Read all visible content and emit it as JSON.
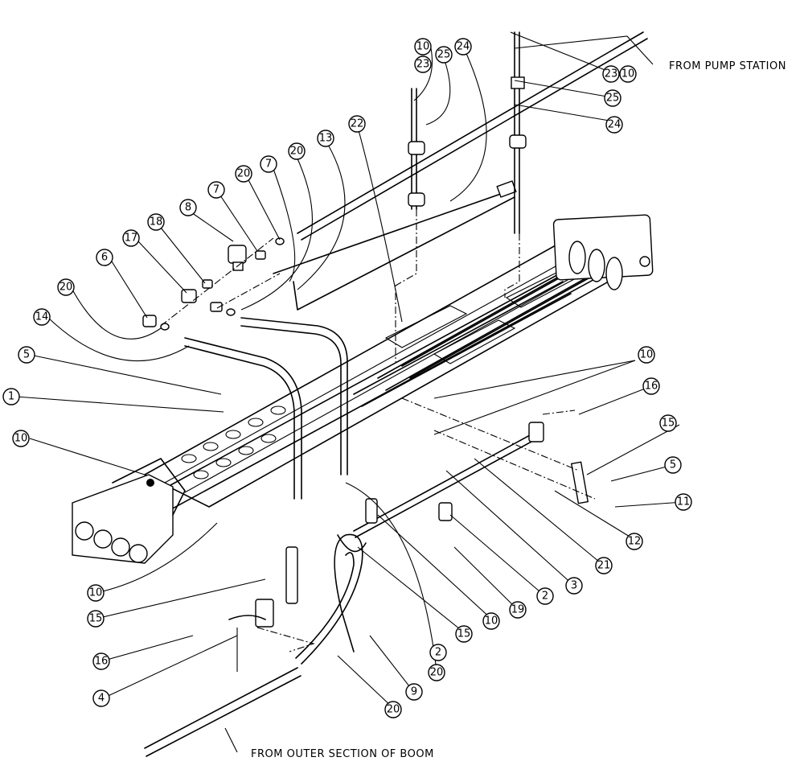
{
  "notes": {
    "pump_station": "FROM PUMP STATION",
    "outer_section": "FROM OUTER SECTION OF BOOM"
  },
  "callouts": [
    {
      "id": "c-10-a",
      "label": "10"
    },
    {
      "id": "c-23-a",
      "label": "23"
    },
    {
      "id": "c-25-a",
      "label": "25"
    },
    {
      "id": "c-24-a",
      "label": "24"
    },
    {
      "id": "c-23-b",
      "label": "23"
    },
    {
      "id": "c-10-b",
      "label": "10"
    },
    {
      "id": "c-25-b",
      "label": "25"
    },
    {
      "id": "c-24-b",
      "label": "24"
    },
    {
      "id": "c-22",
      "label": "22"
    },
    {
      "id": "c-13",
      "label": "13"
    },
    {
      "id": "c-20-a",
      "label": "20"
    },
    {
      "id": "c-7-a",
      "label": "7"
    },
    {
      "id": "c-20-b",
      "label": "20"
    },
    {
      "id": "c-7-b",
      "label": "7"
    },
    {
      "id": "c-8",
      "label": "8"
    },
    {
      "id": "c-18",
      "label": "18"
    },
    {
      "id": "c-17",
      "label": "17"
    },
    {
      "id": "c-6",
      "label": "6"
    },
    {
      "id": "c-20-c",
      "label": "20"
    },
    {
      "id": "c-14",
      "label": "14"
    },
    {
      "id": "c-5-a",
      "label": "5"
    },
    {
      "id": "c-1",
      "label": "1"
    },
    {
      "id": "c-10-c",
      "label": "10"
    },
    {
      "id": "c-10-d",
      "label": "10"
    },
    {
      "id": "c-16-a",
      "label": "16"
    },
    {
      "id": "c-15-a",
      "label": "15"
    },
    {
      "id": "c-5-b",
      "label": "5"
    },
    {
      "id": "c-11",
      "label": "11"
    },
    {
      "id": "c-12",
      "label": "12"
    },
    {
      "id": "c-21",
      "label": "21"
    },
    {
      "id": "c-3",
      "label": "3"
    },
    {
      "id": "c-2-a",
      "label": "2"
    },
    {
      "id": "c-19",
      "label": "19"
    },
    {
      "id": "c-10-e",
      "label": "10"
    },
    {
      "id": "c-15-b",
      "label": "15"
    },
    {
      "id": "c-2-b",
      "label": "2"
    },
    {
      "id": "c-20-d",
      "label": "20"
    },
    {
      "id": "c-9",
      "label": "9"
    },
    {
      "id": "c-20-e",
      "label": "20"
    },
    {
      "id": "c-10-f",
      "label": "10"
    },
    {
      "id": "c-15-c",
      "label": "15"
    },
    {
      "id": "c-16-b",
      "label": "16"
    },
    {
      "id": "c-4",
      "label": "4"
    }
  ]
}
